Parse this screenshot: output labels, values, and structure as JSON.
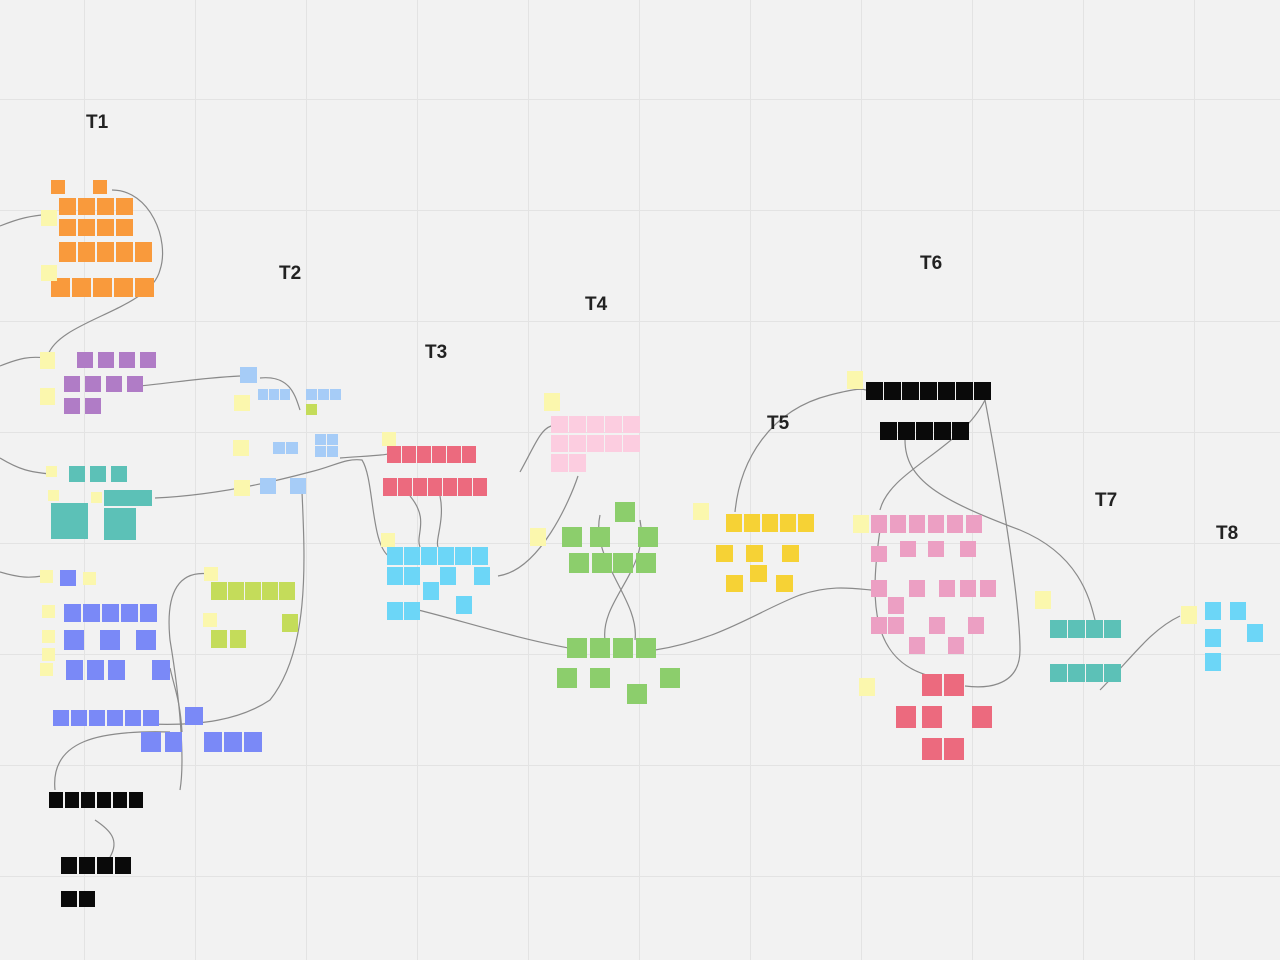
{
  "board": {
    "frames": [
      {
        "id": "t1",
        "label": "T1"
      },
      {
        "id": "t2",
        "label": "T2"
      },
      {
        "id": "t3",
        "label": "T3"
      },
      {
        "id": "t4",
        "label": "T4"
      },
      {
        "id": "t5",
        "label": "T5"
      },
      {
        "id": "t6",
        "label": "T6"
      },
      {
        "id": "t7",
        "label": "T7"
      },
      {
        "id": "t8",
        "label": "T8"
      }
    ],
    "colors": {
      "orange": "#f99a3c",
      "purple": "#b07cc6",
      "teal": "#5cc1b7",
      "blue": "#7a89f7",
      "lightBlue": "#a6ccf7",
      "lime": "#c4dc5a",
      "red": "#ec6a7e",
      "cyan": "#6cd6f7",
      "pink": "#fccde0",
      "green": "#8cce6c",
      "yellow": "#f6d235",
      "hotPink": "#ec9fc3",
      "black": "#0a0a0a",
      "paleYellow": "#fbf7ad",
      "connector": "#8a8a8a"
    }
  }
}
